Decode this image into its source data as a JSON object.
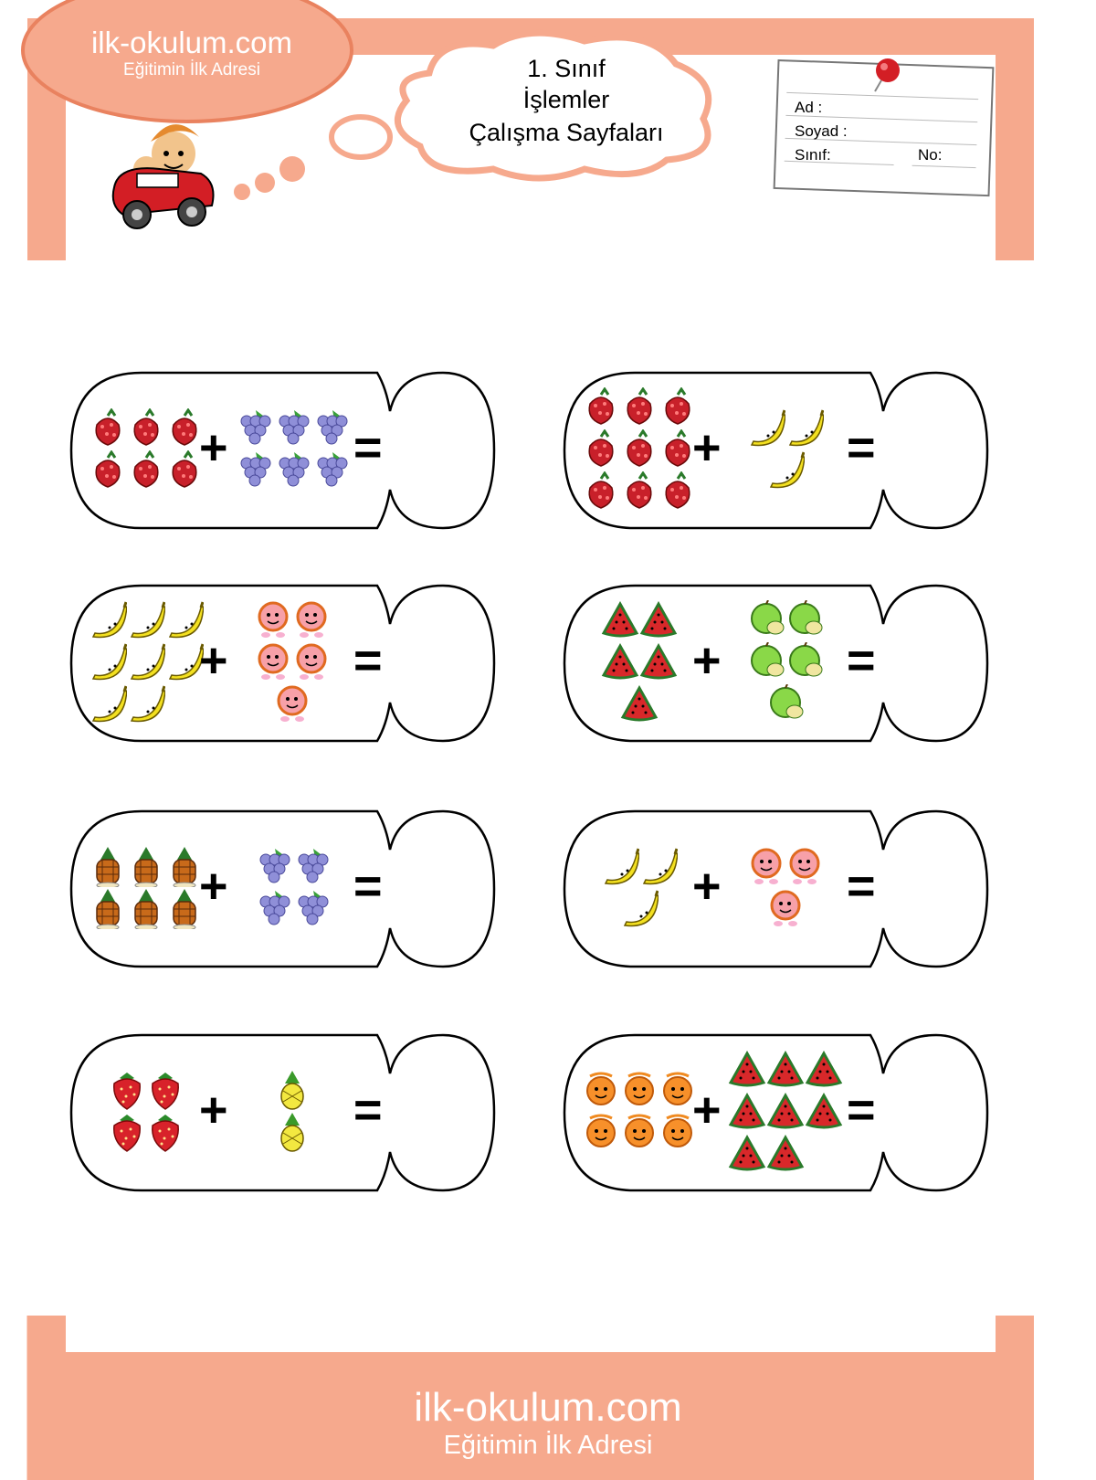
{
  "brand": {
    "name": "ilk-okulum.com",
    "tagline": "Eğitimin İlk Adresi"
  },
  "title": {
    "line1": "1. Sınıf",
    "line2": "İşlemler",
    "line3": "Çalışma Sayfaları"
  },
  "student_note": {
    "ad": "Ad :",
    "soyad": "Soyad :",
    "sinif": "Sınıf:",
    "no": "No:"
  },
  "colors": {
    "accent": "#f6a98d",
    "accent_dark": "#e9825f",
    "ink": "#000000"
  },
  "symbols": {
    "plus": "+",
    "equals": "="
  },
  "exercises": [
    {
      "left": {
        "fruit": "raspberry",
        "count": 6
      },
      "right": {
        "fruit": "grapes",
        "count": 6
      }
    },
    {
      "left": {
        "fruit": "raspberry",
        "count": 9
      },
      "right": {
        "fruit": "banana",
        "count": 3
      }
    },
    {
      "left": {
        "fruit": "banana",
        "count": 8
      },
      "right": {
        "fruit": "grapefruit",
        "count": 5
      }
    },
    {
      "left": {
        "fruit": "watermelon",
        "count": 5
      },
      "right": {
        "fruit": "apple",
        "count": 5
      }
    },
    {
      "left": {
        "fruit": "pineapple",
        "count": 6
      },
      "right": {
        "fruit": "grapes",
        "count": 4
      }
    },
    {
      "left": {
        "fruit": "banana",
        "count": 3
      },
      "right": {
        "fruit": "grapefruit",
        "count": 3
      }
    },
    {
      "left": {
        "fruit": "strawberry",
        "count": 4
      },
      "right": {
        "fruit": "pineapple-small",
        "count": 2
      }
    },
    {
      "left": {
        "fruit": "orange",
        "count": 6
      },
      "right": {
        "fruit": "watermelon",
        "count": 8
      }
    }
  ]
}
